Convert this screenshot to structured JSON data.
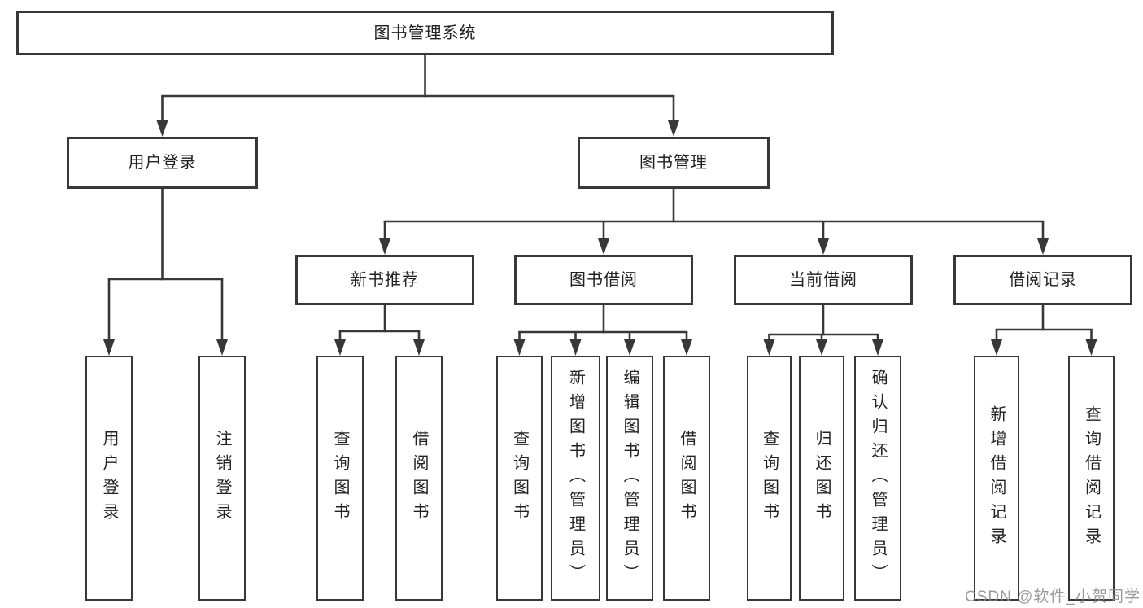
{
  "diagram": {
    "tree": {
      "label": "图书管理系统",
      "children": [
        {
          "label": "用户登录",
          "children": [
            {
              "label": "用户登录"
            },
            {
              "label": "注销登录"
            }
          ]
        },
        {
          "label": "图书管理",
          "children": [
            {
              "label": "新书推荐",
              "children": [
                {
                  "label": "查询图书"
                },
                {
                  "label": "借阅图书"
                }
              ]
            },
            {
              "label": "图书借阅",
              "children": [
                {
                  "label": "查询图书"
                },
                {
                  "label": "新增图书（管理员）"
                },
                {
                  "label": "编辑图书（管理员）"
                },
                {
                  "label": "借阅图书"
                }
              ]
            },
            {
              "label": "当前借阅",
              "children": [
                {
                  "label": "查询图书"
                },
                {
                  "label": "归还图书"
                },
                {
                  "label": "确认归还（管理员）"
                }
              ]
            },
            {
              "label": "借阅记录",
              "children": [
                {
                  "label": "新增借阅记录"
                },
                {
                  "label": "查询借阅记录"
                }
              ]
            }
          ]
        }
      ]
    },
    "colors": {
      "line": "#383838",
      "box_border": "#383838",
      "box_fill": "#ffffff",
      "text": "#222222",
      "watermark": "#8c8c8c"
    }
  },
  "watermark": {
    "text": "CSDN @软件_小贺同学"
  }
}
